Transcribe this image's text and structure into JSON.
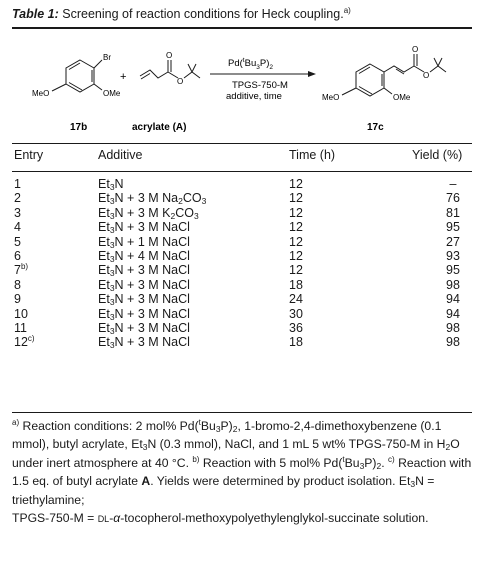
{
  "caption": {
    "label": "Table 1:",
    "text": "Screening of reaction conditions for Heck coupling.",
    "note_mark": "a)"
  },
  "scheme": {
    "reactant1": {
      "id": "17b",
      "sub_br": "Br",
      "sub_meo": "MeO",
      "sub_ome": "OMe"
    },
    "plus": "+",
    "reactant2": {
      "name": "acrylate (A)",
      "carbonyl_o": "O",
      "ester_o": "O"
    },
    "conditions": {
      "catalyst_pre": "Pd(",
      "catalyst_t": "t",
      "catalyst_bu": "Bu",
      "catalyst_sub": "3",
      "catalyst_post": "P)",
      "catalyst_post_sub": "2",
      "line2": "TPGS-750-M",
      "line3": "additive, time"
    },
    "product": {
      "id": "17c",
      "sub_meo": "MeO",
      "sub_ome": "OMe",
      "carbonyl_o": "O",
      "ester_o": "O"
    }
  },
  "table": {
    "headers": {
      "entry": "Entry",
      "additive": "Additive",
      "time": "Time (h)",
      "yield": "Yield (%)"
    },
    "rows": [
      {
        "entry": "1",
        "mark": "",
        "additive": "Et3N",
        "time": "12",
        "yield": "–"
      },
      {
        "entry": "2",
        "mark": "",
        "additive": "Et3N + 3 M Na2CO3",
        "time": "12",
        "yield": "76"
      },
      {
        "entry": "3",
        "mark": "",
        "additive": "Et3N + 3 M K2CO3",
        "time": "12",
        "yield": "81"
      },
      {
        "entry": "4",
        "mark": "",
        "additive": "Et3N + 3 M NaCl",
        "time": "12",
        "yield": "95"
      },
      {
        "entry": "5",
        "mark": "",
        "additive": "Et3N + 1 M NaCl",
        "time": "12",
        "yield": "27"
      },
      {
        "entry": "6",
        "mark": "",
        "additive": "Et3N + 4 M NaCl",
        "time": "12",
        "yield": "93"
      },
      {
        "entry": "7",
        "mark": "b)",
        "additive": "Et3N + 3 M NaCl",
        "time": "12",
        "yield": "95"
      },
      {
        "entry": "8",
        "mark": "",
        "additive": "Et3N + 3 M NaCl",
        "time": "18",
        "yield": "98"
      },
      {
        "entry": "9",
        "mark": "",
        "additive": "Et3N + 3 M NaCl",
        "time": "24",
        "yield": "94"
      },
      {
        "entry": "10",
        "mark": "",
        "additive": "Et3N + 3 M NaCl",
        "time": "30",
        "yield": "94"
      },
      {
        "entry": "11",
        "mark": "",
        "additive": "Et3N + 3 M NaCl",
        "time": "36",
        "yield": "98"
      },
      {
        "entry": "12",
        "mark": "c)",
        "additive": "Et3N + 3 M NaCl",
        "time": "18",
        "yield": "98"
      }
    ]
  },
  "footnotes": {
    "a_mark": "a)",
    "a_text1": "Reaction conditions: 2 mol% Pd(",
    "a_t": "t",
    "a_text2": "Bu",
    "a_sub3": "3",
    "a_text3": "P)",
    "a_sub2": "2",
    "a_text4": ", 1-bromo-2,4-dimethoxybenzene (0.1 mmol), butyl acrylate, Et",
    "a_sub_et": "3",
    "a_text5": "N (0.3 mmol), NaCl, and 1 mL 5 wt% TPGS-750-M in H",
    "a_sub_h2o": "2",
    "a_text6": "O under inert atmosphere at 40 °C.",
    "b_mark": "b)",
    "b_text1": "Reaction with 5 mol% Pd(",
    "b_t": "t",
    "b_text2": "Bu",
    "b_sub3": "3",
    "b_text3": "P)",
    "b_sub2": "2",
    "b_text4": ".",
    "c_mark": "c)",
    "c_text1": "Reaction with 1.5 eq. of butyl acrylate",
    "c_bold": "A",
    "c_text2": ". Yields were determined by product isolation. Et",
    "c_sub_et": "3",
    "c_text3": "N = triethylamine;",
    "tpgs_text1": "TPGS-750-M =",
    "tpgs_sc": "dl",
    "tpgs_text2": "-",
    "tpgs_alpha": "α",
    "tpgs_text3": "-tocopherol-methoxypolyethylenglykol-succinate solution."
  }
}
